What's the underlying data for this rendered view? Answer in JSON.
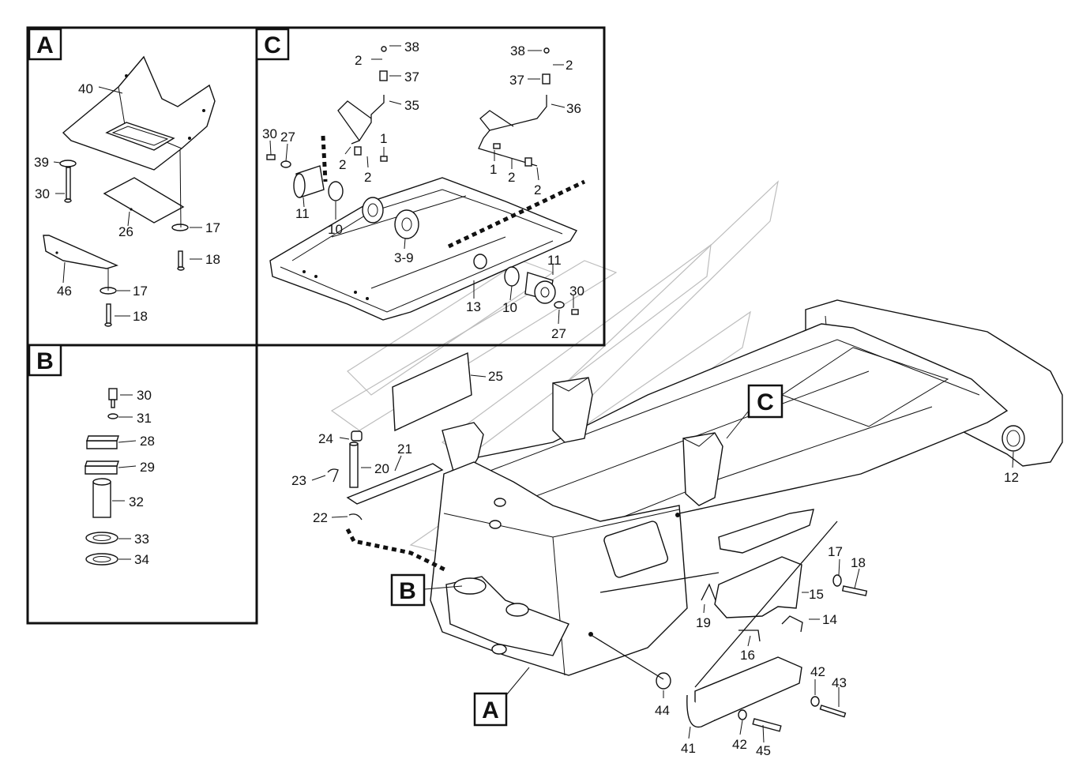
{
  "panels": {
    "A": {
      "label": "A"
    },
    "B": {
      "label": "B"
    },
    "C": {
      "label": "C"
    }
  },
  "main_markers": {
    "A": "A",
    "B": "B",
    "C": "C"
  },
  "panel_a_callouts": {
    "c40": "40",
    "c39": "39",
    "c30": "30",
    "c26": "26",
    "c17a": "17",
    "c18a": "18",
    "c46": "46",
    "c17b": "17",
    "c18b": "18"
  },
  "panel_b_callouts": {
    "c30": "30",
    "c31": "31",
    "c28": "28",
    "c29": "29",
    "c32": "32",
    "c33": "33",
    "c34": "34"
  },
  "panel_c_callouts": {
    "c38a": "38",
    "c2a": "2",
    "c37a": "37",
    "c35": "35",
    "c30a": "30",
    "c27a": "27",
    "c2b": "2",
    "c1a": "1",
    "c2c": "2",
    "c11a": "11",
    "c10a": "10",
    "c3_9": "3-9",
    "c38b": "38",
    "c2d": "2",
    "c37b": "37",
    "c36": "36",
    "c1b": "1",
    "c2e": "2",
    "c2f": "2",
    "c11b": "11",
    "c30b": "30",
    "c13": "13",
    "c10b": "10",
    "c27b": "27"
  },
  "main_callouts": {
    "c25": "25",
    "c12": "12",
    "c24": "24",
    "c21": "21",
    "c20": "20",
    "c23": "23",
    "c22": "22",
    "c17": "17",
    "c18": "18",
    "c15": "15",
    "c19": "19",
    "c14": "14",
    "c16": "16",
    "c42a": "42",
    "c43": "43",
    "c44": "44",
    "c41": "41",
    "c42b": "42",
    "c45": "45"
  }
}
